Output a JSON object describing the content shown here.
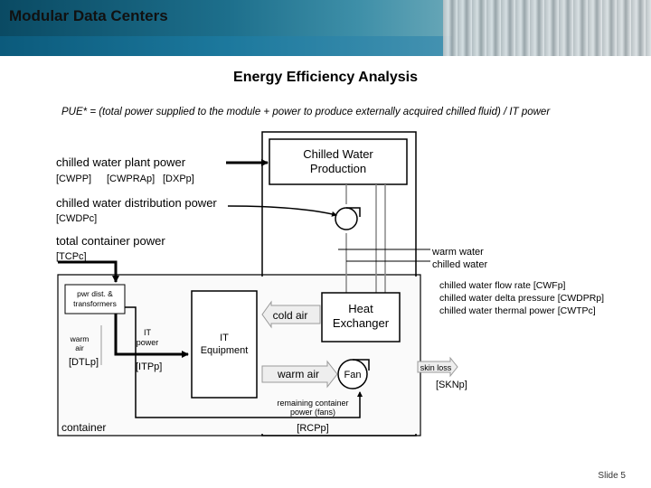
{
  "header": {
    "title": "Modular Data Centers"
  },
  "subtitle": "Energy Efficiency Analysis",
  "formula": "PUE* = (total power supplied to the module + power to produce externally acquired chilled fluid) / IT power",
  "diagram": {
    "chilled_water_production": [
      "Chilled Water",
      "Production"
    ],
    "heat_exchanger": [
      "Heat",
      "Exchanger"
    ],
    "it_equipment": [
      "IT",
      "Equipment"
    ],
    "fan": "Fan",
    "pwr_dist": [
      "pwr dist. &",
      "transformers"
    ],
    "container": "container",
    "labels": {
      "chilled_water_plant_power": "chilled water plant power",
      "cwpp": "[CWPP]",
      "cwpra": "[CWPRAp]",
      "dxp": "[DXPp]",
      "chilled_water_distribution_power": "chilled water distribution power",
      "cwdp": "[CWDPc]",
      "total_container_power": "total container power",
      "tcp": "[TCPc]",
      "warm_water": "warm water",
      "chilled_water": "chilled water",
      "flow_rate": "chilled water flow rate [CWFp]",
      "delta_pressure": "chilled water delta pressure [CWDPRp]",
      "thermal_power": "chilled water thermal power [CWTPc]",
      "cold_air": "cold air",
      "warm_air": "warm air",
      "warm_air_small": [
        "warm",
        "air"
      ],
      "dtl": "[DTLp]",
      "it_power": [
        "IT",
        "power"
      ],
      "itp": "[ITPp]",
      "skin_loss": "skin loss",
      "skn": "[SKNp]",
      "remaining": [
        "remaining container",
        "power (fans)"
      ],
      "rcp": "[RCPp]"
    }
  },
  "footer": {
    "slide": "Slide 5"
  }
}
